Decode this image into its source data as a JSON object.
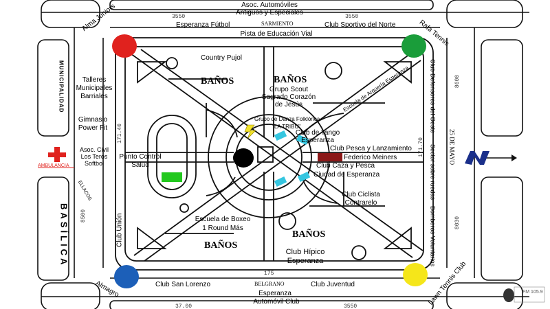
{
  "streets": {
    "top": "Esperanza Fútbol",
    "top_sarmiento": "SARMIENTO",
    "bottom_belgrano": "BELGRANO",
    "bottom_esperanza": "Esperanza",
    "left_almagro": "Almagro",
    "left_almagro_top": "Alma Juniors",
    "left_uncion": "Club Unión",
    "right_rafa": "Rafa Tennis",
    "right_25mayo": "25 DE MAYO",
    "right_lawn": "Lawn Tennis Club",
    "left_ellacos": "ELLACOS",
    "street_num_top_left": "3550",
    "street_num_top_right": "3550",
    "street_num_bottom": "175",
    "street_num_bottom_left": "37.00",
    "street_num_bottom_right": "3550",
    "side_left_1": "171.40",
    "side_left_2": "8500",
    "side_right_1": "8600",
    "side_right_2": "8030",
    "side_right_3": "171.70"
  },
  "places": {
    "asoc_automoviles": "Asoc. Automóviles",
    "antiguos": "Antiguos y Especiales",
    "club_sportivo": "Club Sportivo del Norte",
    "pista_educacion": "Pista de Educación Vial",
    "country_pujol": "Country Pujol",
    "banos_tl": "BAÑOS",
    "banos_tr": "BAÑOS",
    "banos_bl": "BAÑOS",
    "banos_br": "BAÑOS",
    "grupo_scout_1": "Grupo Scout",
    "grupo_scout_2": "Sagrado Corazón",
    "grupo_scout_3": "de Jesús",
    "escuela_arqueria": "Escuela de Arquería Esperanza",
    "danza_1": "Grupo de Danza Folklórica",
    "danza_2": "\"LA TRIBU\"",
    "tango_1": "Club de Tango",
    "tango_2": "Esperanza",
    "pesca_1": "Club Pesca y Lanzamiento",
    "pesca_2": "Federico Meiners",
    "caza_1": "Club Caza y Pesca",
    "caza_2": "Ciudad de Esperanza",
    "ciclista_1": "Club Ciclista",
    "ciclista_2": "Contrarelo",
    "boxeo_1": "Escuela de Boxeo",
    "boxeo_2": "1 Round Más",
    "hipico_1": "Club Hípico",
    "hipico_2": "Esperanza",
    "punto_control_1": "Punto Control",
    "punto_control_2": "Salud",
    "talleres_1": "Talleres",
    "talleres_2": "Municipales",
    "talleres_3": "Barriales",
    "gimnasio_1": "Gimnasio",
    "gimnasio_2": "Power Fit",
    "asoc_civil_1": "Asoc. Civil",
    "asoc_civil_2": "Los Teros",
    "asoc_civil_3": "Softbol",
    "ambulancia": "AMBULANCIA",
    "municipalidad": "MUNICIPALIDAD",
    "basilica": "BASÍLICA",
    "club_delfensores": "Club Defensores del Oeste",
    "sector_ruedas": "Sector sobre ruedas",
    "bomberos": "Bomberos Voluntarios",
    "club_san_lorenzo": "Club San Lorenzo",
    "club_juventud": "Club Juventud",
    "automovil_club": "Automóvil Club",
    "north": "N",
    "logo_text": "FM 105.9"
  },
  "colors": {
    "red": "#e0221e",
    "green": "#1a9d3a",
    "blue": "#1c5fb8",
    "yellow": "#f5e61a",
    "black": "#000000",
    "cyan": "#35c6e0",
    "maroon": "#8b1818",
    "lime": "#22c81e",
    "north_arrow": "#1a2f8a"
  }
}
